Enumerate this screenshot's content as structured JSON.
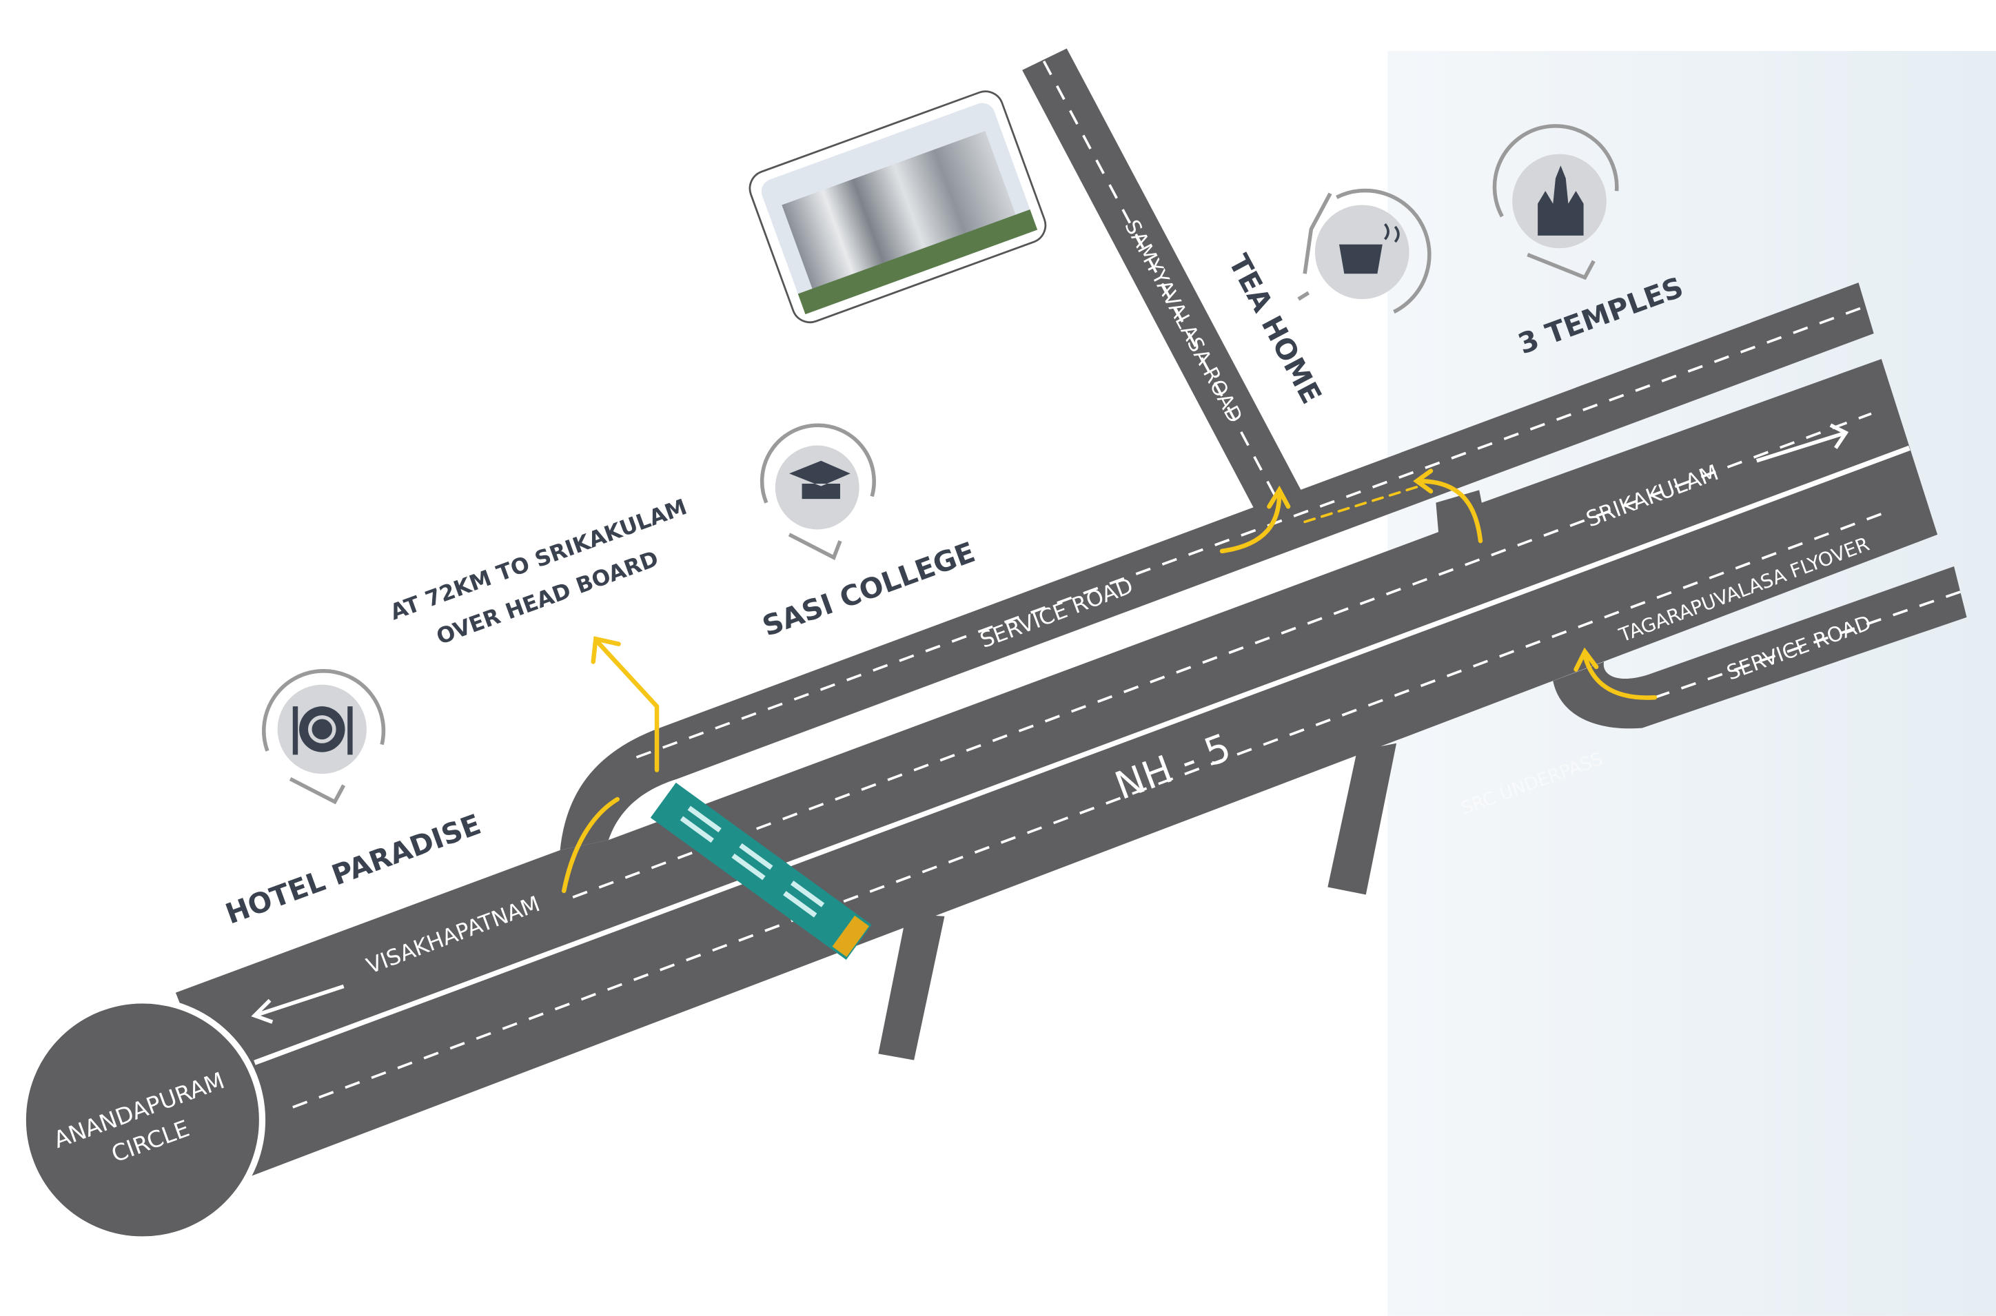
{
  "map": {
    "landmarks": [
      {
        "label": "HOTEL PARADISE",
        "icon": "dining-icon"
      },
      {
        "label": "SASI COLLEGE",
        "icon": "graduation-cap-icon"
      },
      {
        "label": "TEA HOME",
        "icon": "tea-cup-icon"
      },
      {
        "label": "3 TEMPLES",
        "icon": "temple-icon"
      }
    ],
    "annotation": {
      "line1": "AT 72KM TO SRIKAKULAM",
      "line2": "OVER HEAD BOARD"
    },
    "circle": {
      "line1": "ANANDAPURAM",
      "line2": "CIRCLE"
    },
    "roads": {
      "highway": "NH - 5",
      "service_road_top": "SERVICE ROAD",
      "service_road_bottom": "SERVICE ROAD",
      "side_road": "SAMYYAVALASA ROAD",
      "flyover": "TAGARAPUVALASA FLYOVER",
      "underpass": "SRC UNDERPASS",
      "to_left": "VISAKHAPATNAM",
      "to_right": "SRIKAKULAM"
    },
    "colors": {
      "road": "#5f5f62",
      "route": "#f5c518",
      "sign": "#1f8f8a",
      "text": "#3a4250"
    }
  }
}
